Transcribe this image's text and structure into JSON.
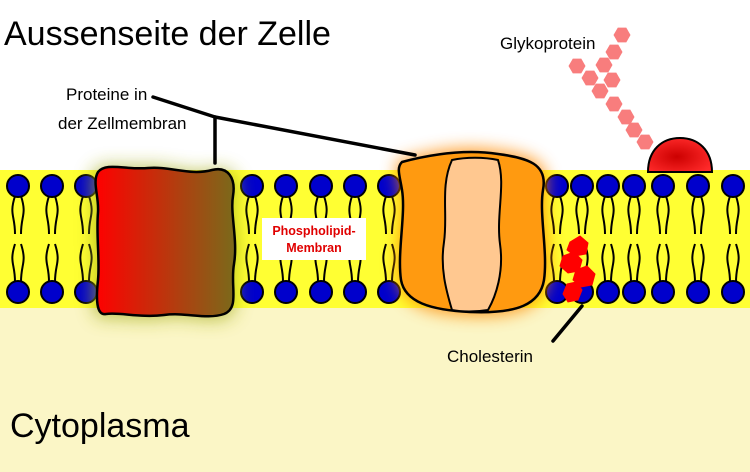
{
  "labels": {
    "outside": "Aussenseite der Zelle",
    "inside": "Cytoplasma",
    "proteins_line1": "Proteine in",
    "proteins_line2": "der Zellmembran",
    "glycoprotein": "Glykoprotein",
    "membrane_line1": "Phospholipid-",
    "membrane_line2": "Membran",
    "cholesterol": "Cholesterin"
  },
  "colors": {
    "outside": "#ffffff",
    "cytoplasm": "#fbf6c6",
    "membrane": "#ffff33",
    "lipid_head": "#0000cc",
    "protein_red": "#ff0000",
    "protein_olive": "#7a6a1a",
    "protein_orange": "#ff9a10",
    "protein_light": "#ffc890",
    "glyco_sugar": "#f87d7d",
    "glyco_anchor": "#dd0000",
    "cholesterol": "#ff0000",
    "membrane_label_color": "#e00000"
  }
}
